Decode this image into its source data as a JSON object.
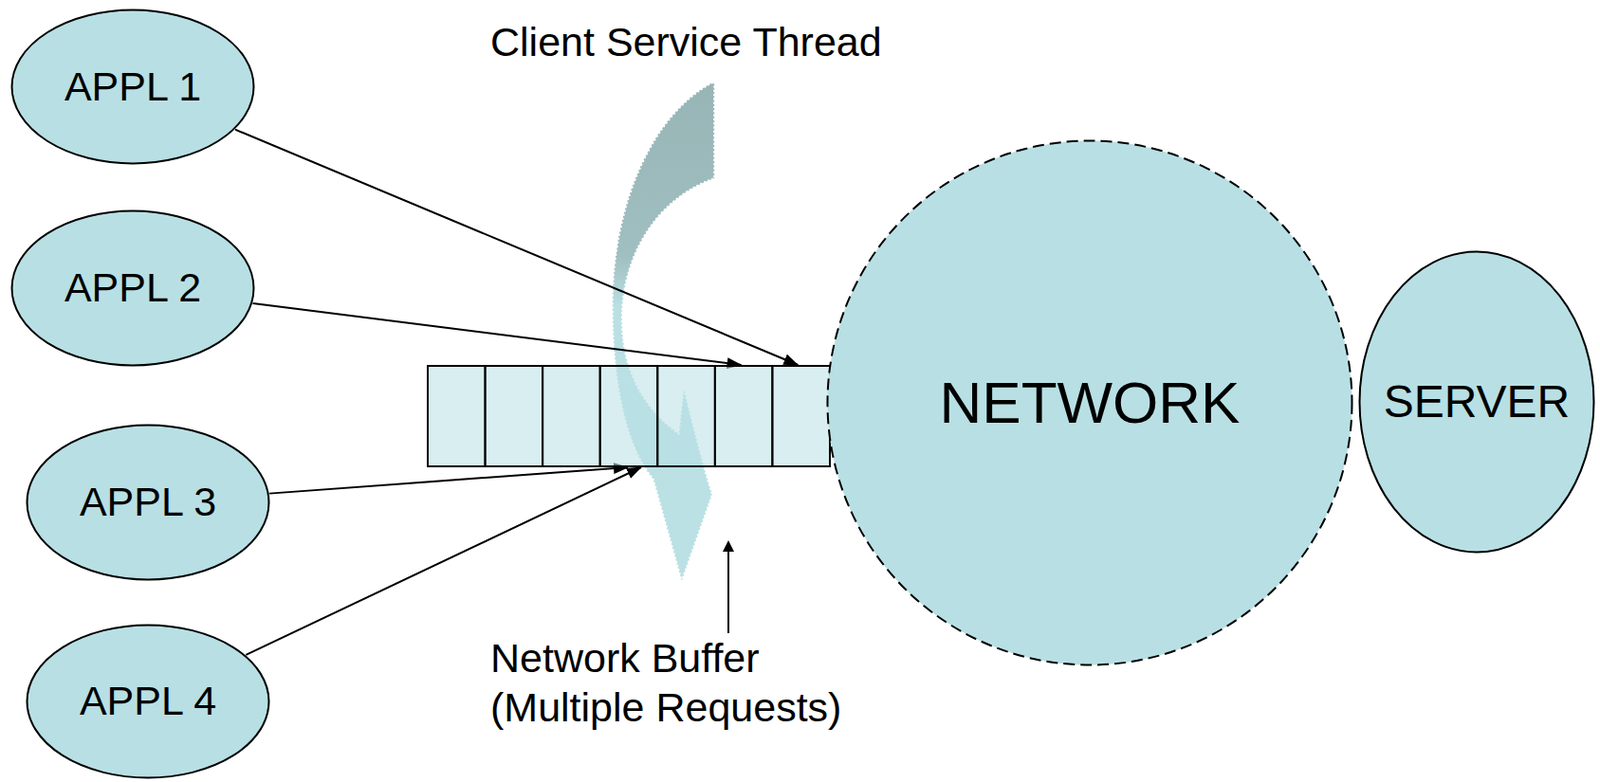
{
  "diagram": {
    "nodes": [
      {
        "text": [
          "APPL 1"
        ]
      },
      {
        "text": [
          "APPL 2"
        ]
      },
      {
        "text": [
          "APPL 3"
        ]
      },
      {
        "text": [
          "APPL 4"
        ]
      },
      {
        "text": [
          "Network Buffer (Multiple Requests)"
        ]
      },
      {
        "text": [
          "NETWORK"
        ]
      },
      {
        "text": [
          "SERVER"
        ]
      }
    ],
    "edges": [
      {
        "from": 0,
        "to": 4,
        "arrow": "to"
      },
      {
        "from": 1,
        "to": 4,
        "arrow": "to"
      },
      {
        "from": 2,
        "to": 4,
        "arrow": "to"
      },
      {
        "from": 3,
        "to": 4,
        "arrow": "to"
      }
    ],
    "labels": [
      "Client Service Thread"
    ]
  }
}
